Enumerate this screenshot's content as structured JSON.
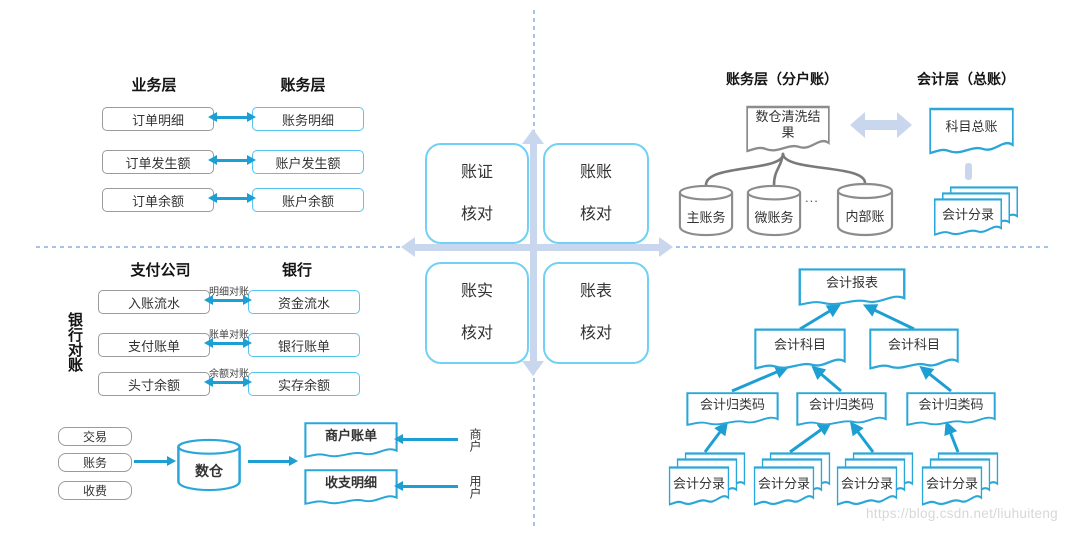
{
  "colors": {
    "arrow_blue": "#1d9fd4",
    "light_box_border": "#55c5ee",
    "document_border": "#2aa7d8",
    "gray_border": "#9b9b9b",
    "light_periwinkle": "#c9d7ee",
    "dashed_divider": "#a2c4ea"
  },
  "watermark": "https://blog.csdn.net/liuhuiteng",
  "center": {
    "quadrant_labels": [
      "账证\n核对",
      "账账\n核对",
      "账实\n核对",
      "账表\n核对"
    ]
  },
  "top_left": {
    "col_headers": [
      "业务层",
      "账务层"
    ],
    "rows": [
      {
        "left": "订单明细",
        "right": "账务明细"
      },
      {
        "left": "订单发生额",
        "right": "账户发生额"
      },
      {
        "left": "订单余额",
        "right": "账户余额"
      }
    ]
  },
  "top_right": {
    "headers": [
      "账务层（分户账）",
      "会计层（总账）"
    ],
    "warehouse_result": "数仓清洗结\n果",
    "ledgers": [
      "主账务",
      "微账务",
      "内部账"
    ],
    "ellipsis": "...",
    "subject_ledger": "科目总账",
    "journal_entries": "会计分录"
  },
  "bottom_left": {
    "side_label": "银行对账",
    "col_headers": [
      "支付公司",
      "银行"
    ],
    "rows": [
      {
        "left": "入账流水",
        "right": "资金流水",
        "label": "明细对账"
      },
      {
        "left": "支付账单",
        "right": "银行账单",
        "label": "账单对账"
      },
      {
        "left": "头寸余额",
        "right": "实存余额",
        "label": "余额对账"
      }
    ],
    "sources": [
      "交易",
      "账务",
      "收费"
    ],
    "warehouse": "数仓",
    "outputs": [
      {
        "doc": "商户账单",
        "actor": "商户"
      },
      {
        "doc": "收支明细",
        "actor": "用户"
      }
    ]
  },
  "bottom_right": {
    "report": "会计报表",
    "subjects": [
      "会计科目",
      "会计科目"
    ],
    "category_codes": [
      "会计归类码",
      "会计归类码",
      "会计归类码"
    ],
    "entries": [
      "会计分录",
      "会计分录",
      "会计分录",
      "会计分录"
    ]
  }
}
